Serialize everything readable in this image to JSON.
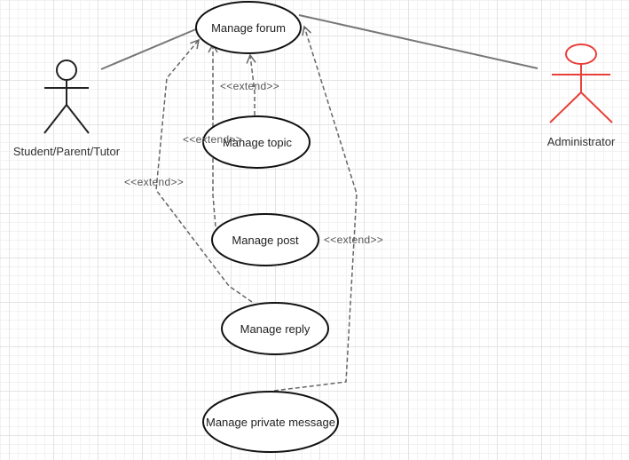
{
  "actors": {
    "student": {
      "label": "Student/Parent/Tutor",
      "color": "#222222"
    },
    "admin": {
      "label": "Administrator",
      "color": "#e8403a"
    }
  },
  "use_cases": {
    "forum": "Manage forum",
    "topic": "Manage topic",
    "post": "Manage post",
    "reply": "Manage reply",
    "message": "Manage private message"
  },
  "relations": {
    "topic_forum": "<<extend>>",
    "post_forum": "<<extend>>",
    "reply_forum": "<<extend>>",
    "message_forum": "<<extend>>"
  },
  "colors": {
    "association": "#777777",
    "extend_line": "#666666",
    "ellipse_stroke": "#111111"
  }
}
